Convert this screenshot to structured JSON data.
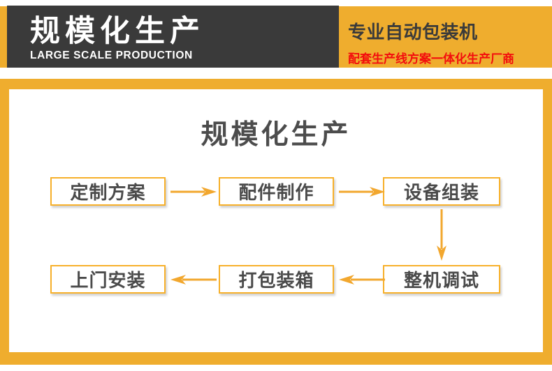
{
  "header": {
    "brand": {
      "title_cn": "规模化生产",
      "title_en": "LARGE SCALE PRODUCTION"
    },
    "promo": {
      "title": "专业自动包装机",
      "subtitle": "配套生产线方案一体化生产厂商"
    }
  },
  "main": {
    "title": "规模化生产",
    "flow": {
      "steps": [
        {
          "label": "定制方案"
        },
        {
          "label": "配件制作"
        },
        {
          "label": "设备组装"
        },
        {
          "label": "整机调试"
        },
        {
          "label": "打包装箱"
        },
        {
          "label": "上门安装"
        }
      ]
    }
  },
  "colors": {
    "brand_yellow": "#EFAD2E",
    "header_dark": "#3A3A3A",
    "accent_red": "#F30D0D",
    "box_border_yellow": "#F7B02A",
    "arrow_yellow": "#F2A72E",
    "text_gray": "#4A4A4A",
    "panel_white": "#FFFFFF"
  }
}
